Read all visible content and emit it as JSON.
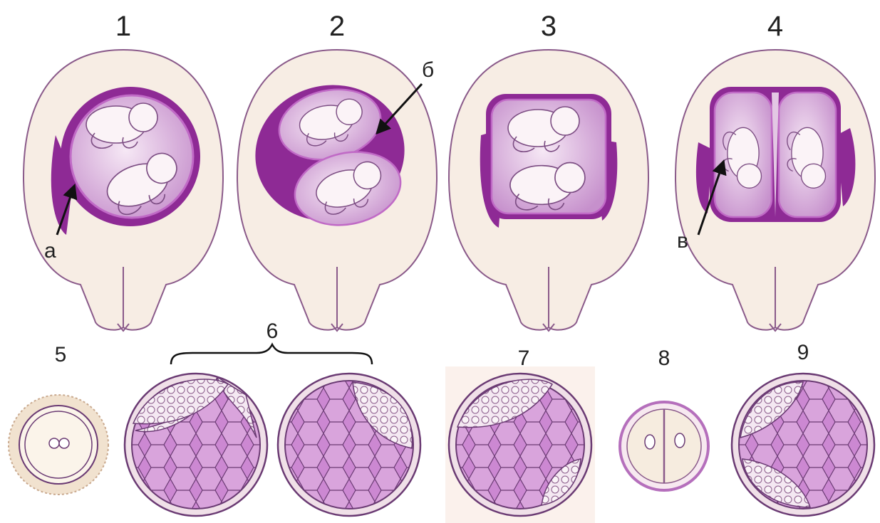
{
  "colors": {
    "uterus_wall": "#f7ede4",
    "uterus_outline": "#8a5a8a",
    "placenta": "#8e2a95",
    "chorion": "#c06ac6",
    "amnion_fill": "#d9b2dd",
    "fetus": "#fbf3f7",
    "fetus_outline": "#7c4d83",
    "cell_fill": "#c77fcf",
    "cell_light": "#e9c9ea",
    "cell_line": "#6a3a73",
    "zona": "#f3e5d6"
  },
  "figure_labels": {
    "n1": "1",
    "n2": "2",
    "n3": "3",
    "n4": "4",
    "n5": "5",
    "n6": "6",
    "n7": "7",
    "n8": "8",
    "n9": "9"
  },
  "pointer_labels": {
    "a": "а",
    "b": "б",
    "v": "в"
  }
}
